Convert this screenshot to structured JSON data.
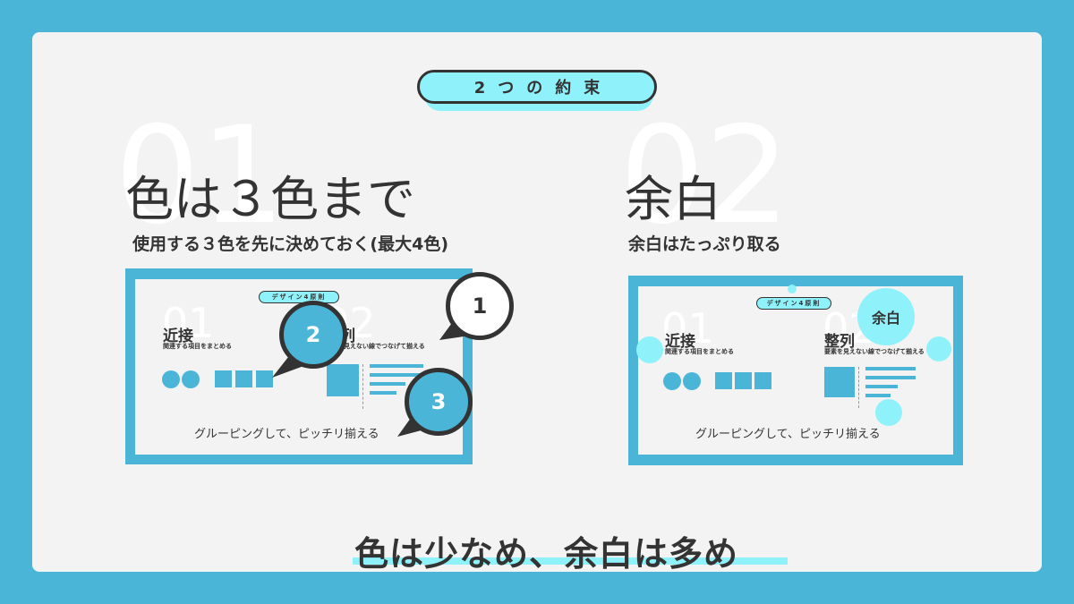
{
  "header_pill": "2つの約束",
  "left": {
    "number": "01",
    "title": "色は３色まで",
    "subtitle": "使用する３色を先に決めておく(最大4色)",
    "thumbnail": {
      "pill": "デザイン4原則",
      "num1": "01",
      "num2": "02",
      "head1": "近接",
      "sub1": "関連する項目をまとめる",
      "head2": "整列",
      "sub2": "要素を見えない線でつなげて揃える",
      "caption": "グルーピングして、ピッチリ揃える"
    },
    "callouts": [
      "1",
      "2",
      "3"
    ]
  },
  "right": {
    "number": "02",
    "title": "余白",
    "subtitle": "余白はたっぷり取る",
    "thumbnail": {
      "pill": "デザイン4原則",
      "num1": "01",
      "num2": "02",
      "head1": "近接",
      "sub1": "関連する項目をまとめる",
      "head2": "整列",
      "sub2": "要素を見えない線でつなげて揃える",
      "caption": "グルーピングして、ピッチリ揃える"
    },
    "margin_badge": "余白"
  },
  "bottom_caption": "色は少なめ、余白は多め",
  "colors": {
    "frame": "#4bb5d8",
    "accent": "#8ff2fb",
    "text": "#333333",
    "panel": "#f3f3f3"
  }
}
